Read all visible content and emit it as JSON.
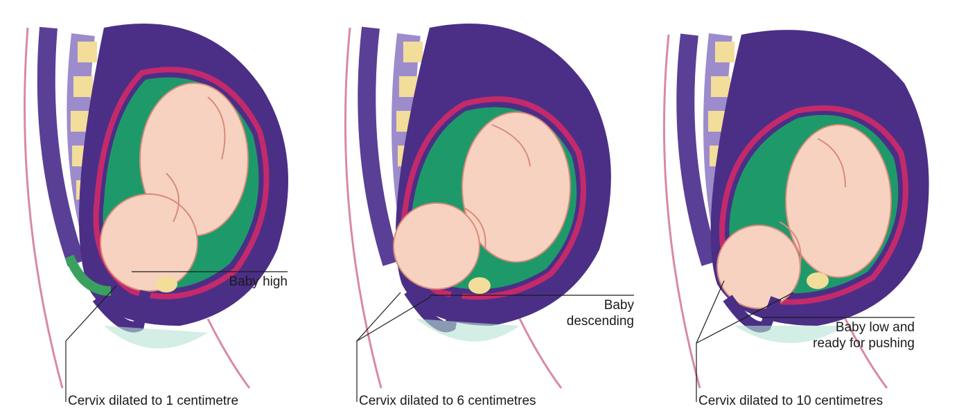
{
  "panels": [
    {
      "stage_label": "Baby high",
      "cervix_label": "Cervix dilated to 1 centimetre"
    },
    {
      "stage_label_line1": "Baby",
      "stage_label_line2": "descending",
      "cervix_label": "Cervix dilated to 6 centimetres"
    },
    {
      "stage_label_line1": "Baby low and",
      "stage_label_line2": "ready for pushing",
      "cervix_label": "Cervix dilated to 10 centimetres"
    }
  ],
  "colors": {
    "uterus_wall": "#4b2f86",
    "muscle_pink": "#c42a6b",
    "amniotic_green": "#1e9a6a",
    "spine_cream": "#f2dd9a",
    "spine_purple": "#7d6bb8",
    "skin": "#f7d2c0",
    "skin_line": "#d98a7a"
  }
}
